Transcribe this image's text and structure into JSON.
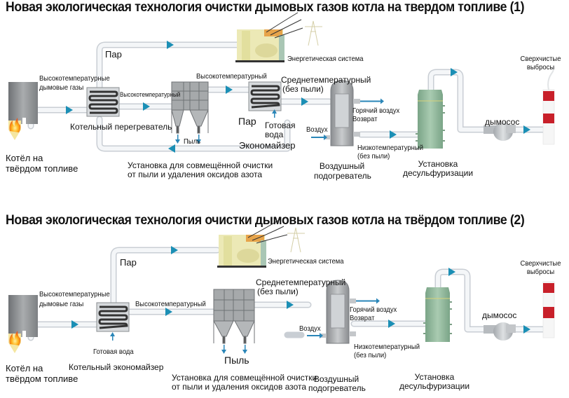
{
  "diagram1": {
    "title": "Новая экологическая технология очистки дымовых газов котла на твердом топливе (1)",
    "labels": {
      "steam": "Пар",
      "high_temp_flue_gas_1": "Высокотемпературные",
      "high_temp_flue_gas_2": "дымовые газы",
      "high_temp_after_superheater": "Высокотемпературный",
      "boiler_superheater": "Котельный перегреватель",
      "boiler_1": "Котёл на",
      "boiler_2": "твёрдом топливе",
      "dust": "Пыль",
      "combined_unit_1": "Установка для совмещённой очистки",
      "combined_unit_2": "от пыли и удаления оксидов азота",
      "power_system": "Энергетическая система",
      "high_temp_after_filter": "Высокотемпературный",
      "medium_temp_1": "Среднетемпературный",
      "medium_temp_2": "(без пыли)",
      "steam_economizer": "Пар",
      "feed_water_1": "Готовая",
      "feed_water_2": "вода",
      "economizer": "Экономайзер",
      "hot_air": "Горячий воздух",
      "return": "Возврат",
      "air": "Воздух",
      "low_temp_1": "Низкотемпературный",
      "low_temp_2": "(без пыли)",
      "air_heater_1": "Воздушный",
      "air_heater_2": "подогреватель",
      "desulfurization_1": "Установка",
      "desulfurization_2": "десульфуризации",
      "fan": "дымосос",
      "ultra_clean_1": "Сверхчистые",
      "ultra_clean_2": "выбросы"
    }
  },
  "diagram2": {
    "title": "Новая экологическая технология очистки дымовых газов котла на твёрдом топливе (2)",
    "labels": {
      "steam": "Пар",
      "high_temp_flue_gas_1": "Высокотемпературные",
      "high_temp_flue_gas_2": "дымовые газы",
      "high_temp_after_economizer": "Высокотемпературный",
      "feed_water": "Готовая вода",
      "boiler_economizer": "Котельный экономайзер",
      "boiler_1": "Котёл на",
      "boiler_2": "твёрдом топливе",
      "power_system": "Энергетическая система",
      "dust": "Пыль",
      "combined_unit_1": "Установка для совмещённой очистки",
      "combined_unit_2": "от пыли и удаления оксидов азота",
      "medium_temp_1": "Среднетемпературный",
      "medium_temp_2": "(без пыли)",
      "hot_air": "Горячий воздух",
      "return": "Возврат",
      "air": "Воздух",
      "low_temp_1": "Низкотемпературный",
      "low_temp_2": "(без пыли)",
      "air_heater_1": "Воздушный",
      "air_heater_2": "подогреватель",
      "desulfurization_1": "Установка",
      "desulfurization_2": "десульфуризации",
      "fan": "дымосос",
      "ultra_clean_1": "Сверхчистые",
      "ultra_clean_2": "выбросы"
    }
  },
  "colors": {
    "pipe_fill": "#f1f3f5",
    "pipe_edge": "#c9ced4",
    "arrow": "#1b8fb5",
    "boiler": "#8e9194",
    "filter": "#9a9d9f",
    "generator": "#ece9b6",
    "scrubber": "#8fb79a",
    "stack_red": "#c8202a",
    "water_arrow": "#2a86b8"
  }
}
